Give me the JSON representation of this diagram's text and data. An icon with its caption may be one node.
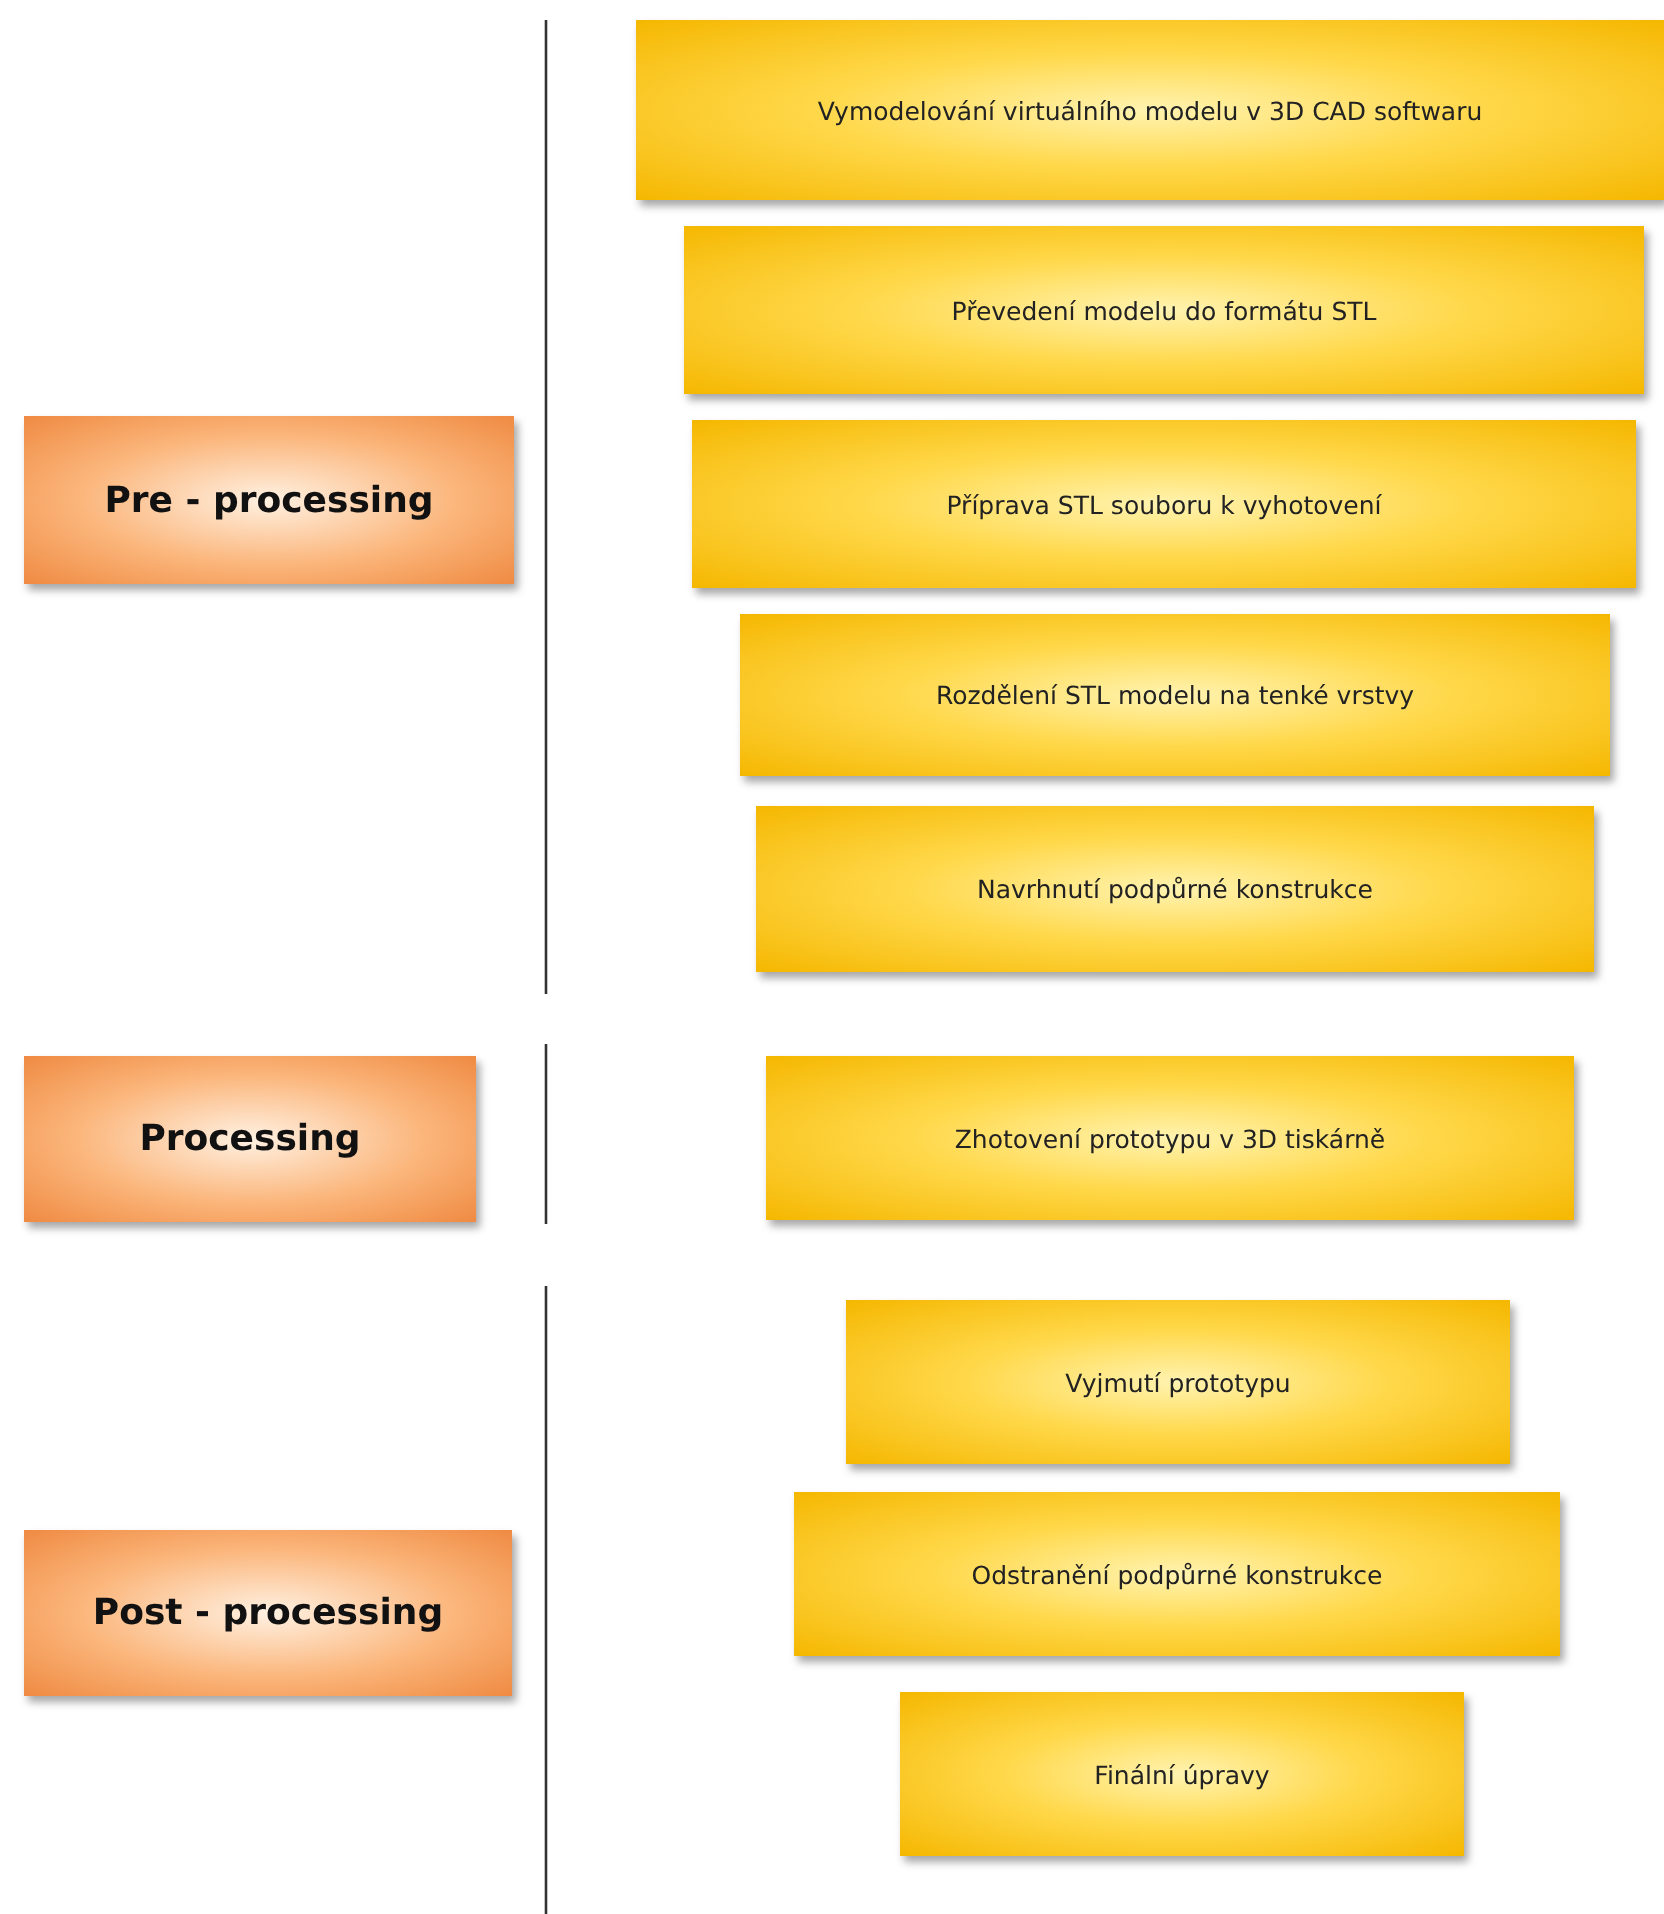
{
  "diagram": {
    "nodes": [
      {
        "text": [
          "Pre - processing"
        ]
      },
      {
        "text": [
          "Vymodelování virtuálního modelu v 3D CAD softwaru"
        ]
      },
      {
        "text": [
          "Převedení modelu do formátu STL"
        ]
      },
      {
        "text": [
          "Příprava STL souboru k vyhotovení"
        ]
      },
      {
        "text": [
          "Rozdělení STL modelu na tenké vrstvy"
        ]
      },
      {
        "text": [
          "Navrhnutí podpůrné konstrukce"
        ]
      },
      {
        "text": [
          "Processing"
        ]
      },
      {
        "text": [
          "Zhotovení prototypu v 3D tiskárně"
        ]
      },
      {
        "text": [
          "Post - processing"
        ]
      },
      {
        "text": [
          "Vyjmutí prototypu"
        ]
      },
      {
        "text": [
          "Odstranění podpůrné konstrukce"
        ]
      },
      {
        "text": [
          "Finální úpravy"
        ]
      }
    ]
  }
}
